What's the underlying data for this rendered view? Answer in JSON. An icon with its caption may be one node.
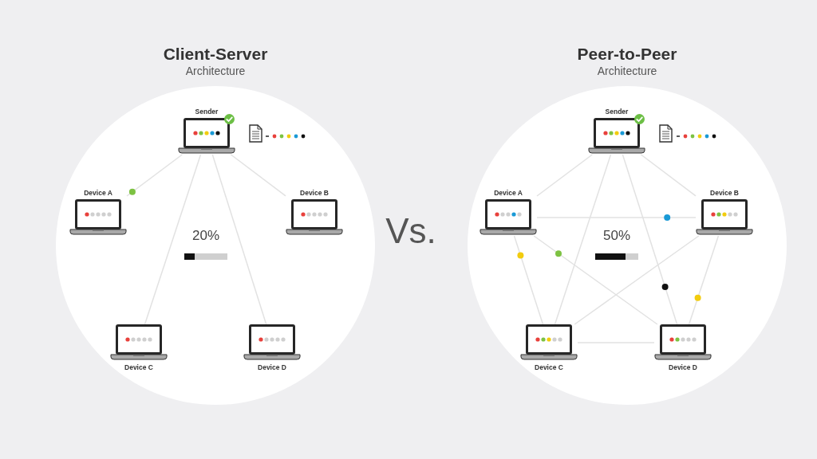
{
  "diagram": {
    "nodes": [
      {
        "text": [
          "Client-Server",
          "Architecture"
        ]
      },
      {
        "text": [
          "Sender"
        ],
        "in": 0
      },
      {
        "text": [
          "Device A"
        ],
        "in": 0
      },
      {
        "text": [
          "Device B"
        ],
        "in": 0
      },
      {
        "text": [
          "Device C"
        ],
        "in": 0
      },
      {
        "text": [
          "Device D"
        ],
        "in": 0
      },
      {
        "text": [
          "Peer-to-Peer",
          "Architecture"
        ]
      },
      {
        "text": [
          "Sender"
        ],
        "in": 6
      },
      {
        "text": [
          "Device A"
        ],
        "in": 6
      },
      {
        "text": [
          "Device B"
        ],
        "in": 6
      },
      {
        "text": [
          "Device C"
        ],
        "in": 6
      },
      {
        "text": [
          "Device D"
        ],
        "in": 6
      }
    ],
    "edges": [
      {
        "from": 1,
        "to": 2,
        "arrow": "none"
      },
      {
        "from": 1,
        "to": 3,
        "arrow": "none"
      },
      {
        "from": 1,
        "to": 4,
        "arrow": "none"
      },
      {
        "from": 1,
        "to": 5,
        "arrow": "none"
      },
      {
        "from": 7,
        "to": 8,
        "arrow": "none"
      },
      {
        "from": 7,
        "to": 9,
        "arrow": "none"
      },
      {
        "from": 7,
        "to": 10,
        "arrow": "none"
      },
      {
        "from": 7,
        "to": 11,
        "arrow": "none"
      },
      {
        "from": 8,
        "to": 9,
        "arrow": "none"
      },
      {
        "from": 8,
        "to": 10,
        "arrow": "none"
      },
      {
        "from": 8,
        "to": 11,
        "arrow": "none"
      },
      {
        "from": 9,
        "to": 10,
        "arrow": "none"
      },
      {
        "from": 9,
        "to": 11,
        "arrow": "none"
      },
      {
        "from": 10,
        "to": 11,
        "arrow": "none"
      }
    ],
    "labels": [
      "20%",
      "Vs.",
      "50%"
    ]
  }
}
